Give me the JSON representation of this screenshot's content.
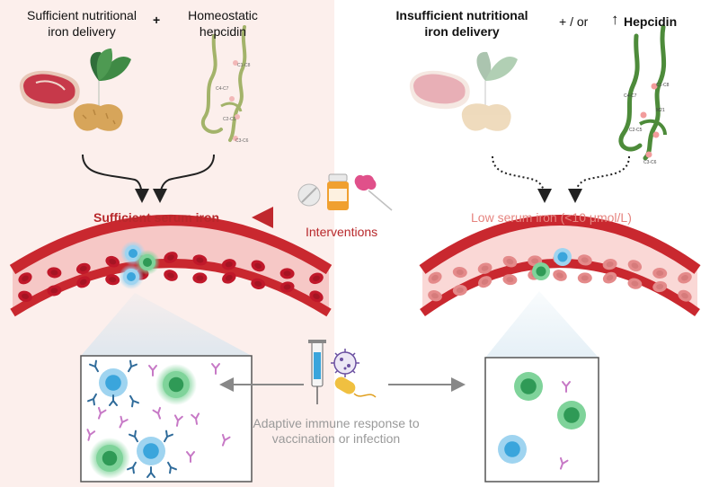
{
  "left": {
    "title_line1": "Sufficient nutritional",
    "title_line2": "iron delivery",
    "plus": "+",
    "hepcidin_line1": "Homeostatic",
    "hepcidin_line2": "hepcidin",
    "serum_label": "Sufficient serum iron"
  },
  "right": {
    "title_line1": "Insufficient nutritional",
    "title_line2": "iron delivery",
    "connector": "+ / or",
    "arrow_glyph": "↑",
    "hepcidin": "Hepcidin",
    "serum_label": "Low serum iron (<10 μmol/L)"
  },
  "center": {
    "interventions": "Interventions",
    "immune_line1": "Adaptive immune response to",
    "immune_line2": "vaccination or infection"
  },
  "hepcidin_residue_labels": [
    "C1-C8",
    "C4-C7",
    "M21",
    "C2-C5",
    "C3-C6"
  ],
  "colors": {
    "left_bg": "#fdf1ee",
    "red_label": "#b8282b",
    "pink_label": "#e6847f",
    "vessel": "#c9282f",
    "rbc": "#c0182a",
    "cd_green": "#2f9a56",
    "cd_blue": "#3aa5dc",
    "antibody_blue": "#2f6b9a",
    "antibody_pink": "#c779c6",
    "gray_text": "#9a9a9a"
  }
}
